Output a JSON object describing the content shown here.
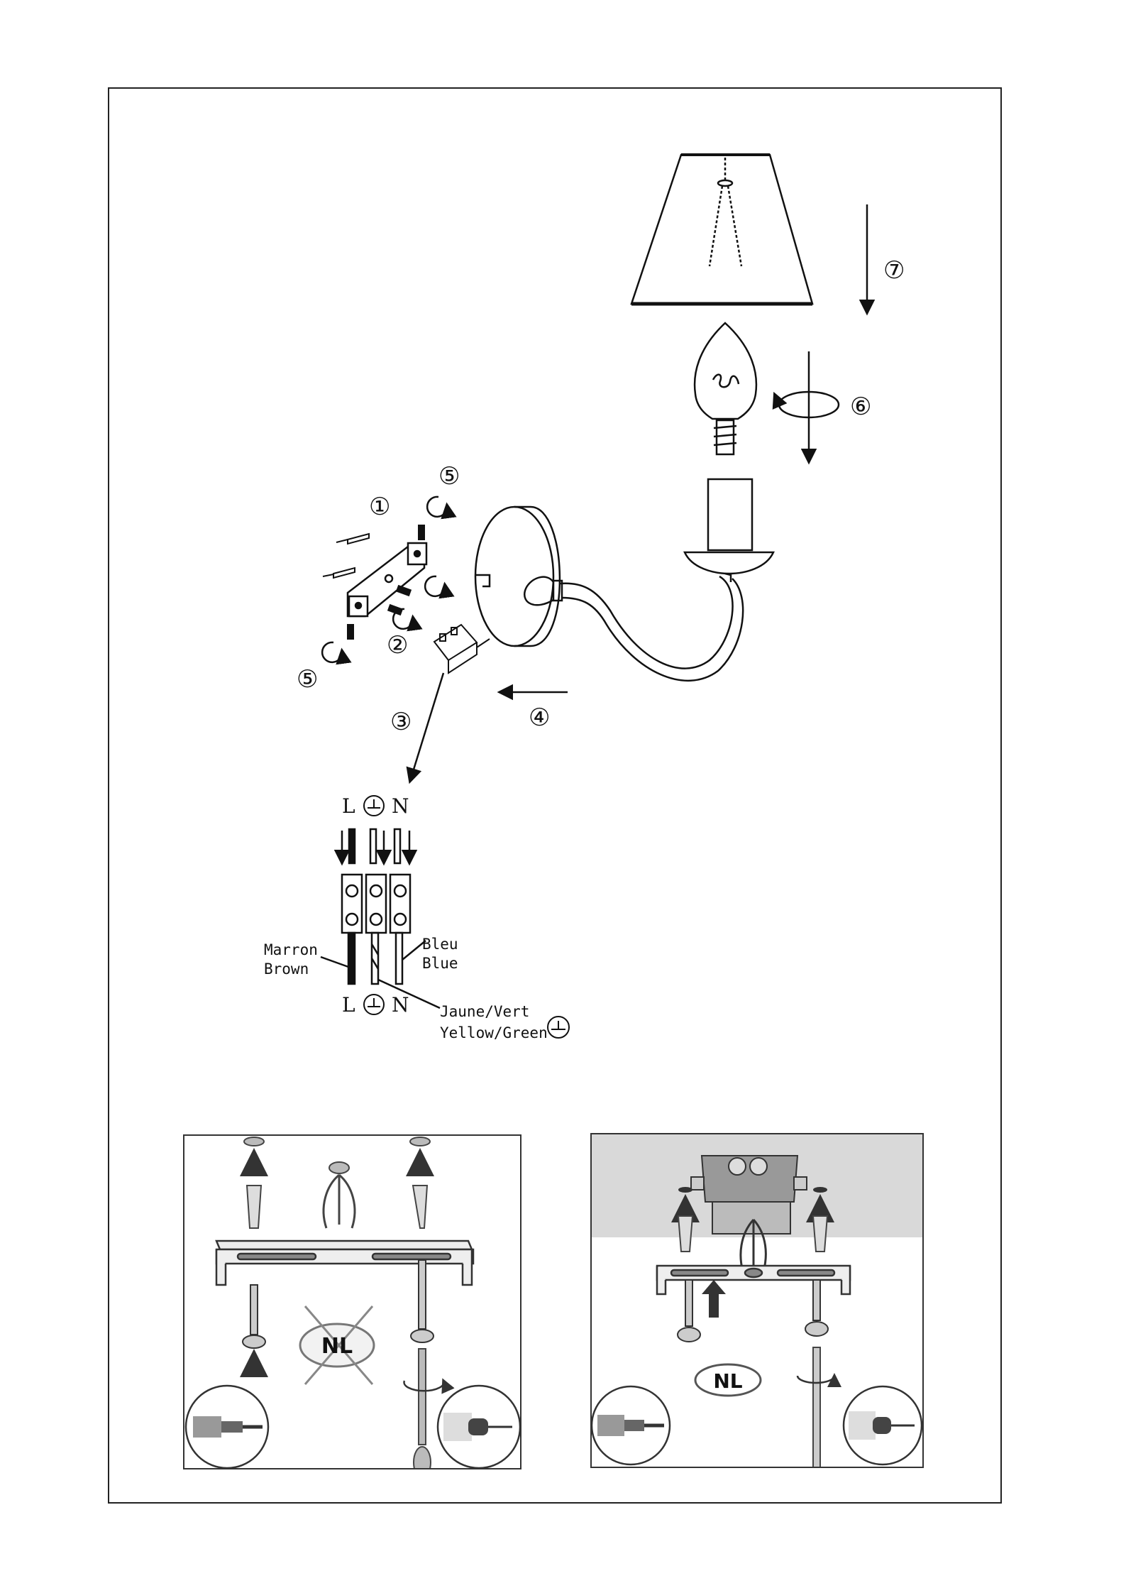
{
  "steps": {
    "s1": "①",
    "s2": "②",
    "s3": "③",
    "s4": "④",
    "s5a": "⑤",
    "s5b": "⑤",
    "s6": "⑥",
    "s7": "⑦"
  },
  "wiring": {
    "top_L": "L",
    "top_N": "N",
    "bottom_L": "L",
    "bottom_N": "N",
    "brown_fr": "Marron",
    "brown_en": "Brown",
    "blue_fr": "Bleu",
    "blue_en": "Blue",
    "earth_fr": "Jaune/Vert",
    "earth_en": "Yellow/Green"
  },
  "panels": {
    "left_badge": "NL",
    "right_badge": "NL"
  },
  "colors": {
    "line": "#1a1a1a",
    "ceiling_gray": "#d9d9d9",
    "panel_border": "#333333"
  }
}
